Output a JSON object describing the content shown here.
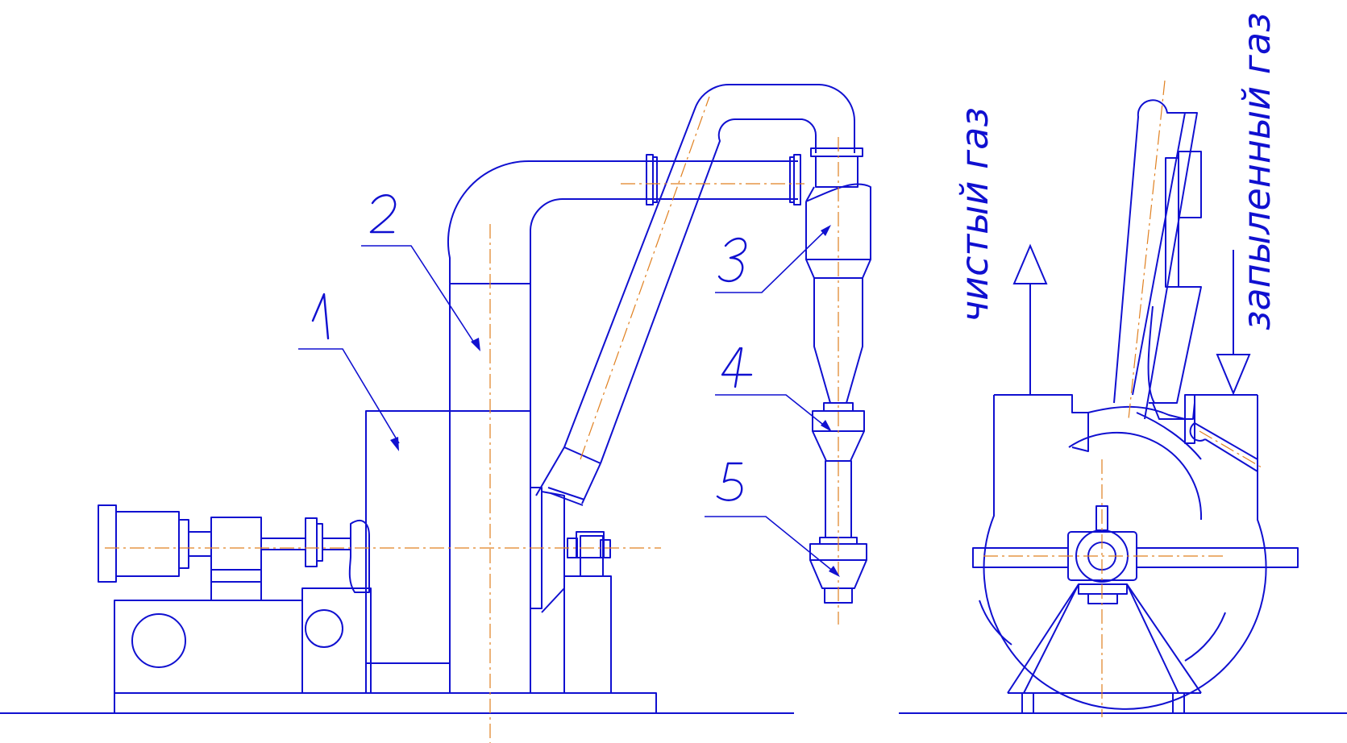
{
  "callouts": {
    "n1": "1",
    "n2": "2",
    "n3": "3",
    "n4": "4",
    "n5": "5"
  },
  "flows": {
    "clean_gas": "чистый газ",
    "dusty_gas": "запыленный газ"
  },
  "colors": {
    "outline": "#1010d0",
    "axis": "#e08020"
  }
}
